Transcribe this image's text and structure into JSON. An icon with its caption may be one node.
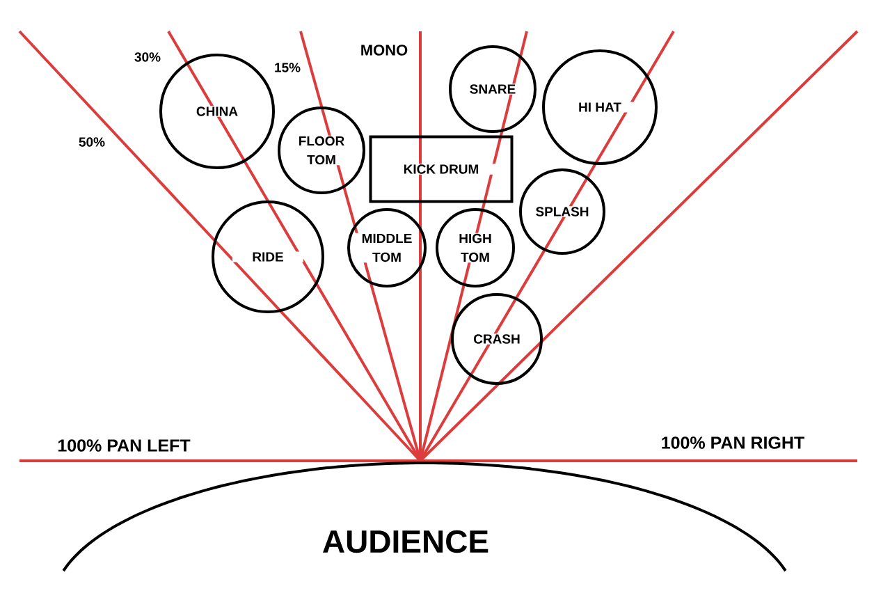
{
  "diagram": {
    "nodes": [
      {
        "text": [
          "SNARE"
        ]
      },
      {
        "text": [
          "CHINA"
        ]
      },
      {
        "text": [
          "HI HAT"
        ]
      },
      {
        "text": [
          "FLOOR TOM"
        ]
      },
      {
        "text": [
          "KICK DRUM"
        ]
      },
      {
        "text": [
          "SPLASH"
        ]
      },
      {
        "text": [
          "MIDDLE TOM"
        ]
      },
      {
        "text": [
          "HIGH TOM"
        ]
      },
      {
        "text": [
          "RIDE"
        ]
      },
      {
        "text": [
          "CRASH"
        ]
      },
      {
        "text": [
          "AUDIENCE"
        ]
      }
    ],
    "labels": [
      "MONO",
      "30%",
      "15%",
      "50%",
      "100% PAN RIGHT",
      "100% PAN LEFT"
    ]
  }
}
